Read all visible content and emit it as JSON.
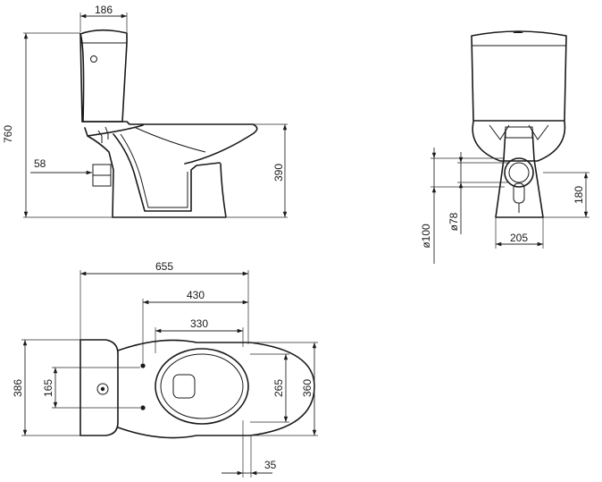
{
  "colors": {
    "line": "#1a1a1a",
    "background": "#ffffff"
  },
  "side_view": {
    "dim_tank_depth": "186",
    "dim_total_height": "760",
    "dim_inlet_height": "58",
    "dim_seat_height": "390"
  },
  "front_view": {
    "dim_outlet_height": "180",
    "dim_outlet_outer": "ø100",
    "dim_outlet_inner": "ø78",
    "dim_base_width": "205"
  },
  "top_view": {
    "dim_total_length": "655",
    "dim_fixing_to_rear": "430",
    "dim_bowl_length": "330",
    "dim_total_width": "386",
    "dim_fixing_spacing": "165",
    "dim_bowl_inner_width": "265",
    "dim_bowl_outer_width": "360",
    "dim_rim_offset": "35"
  }
}
